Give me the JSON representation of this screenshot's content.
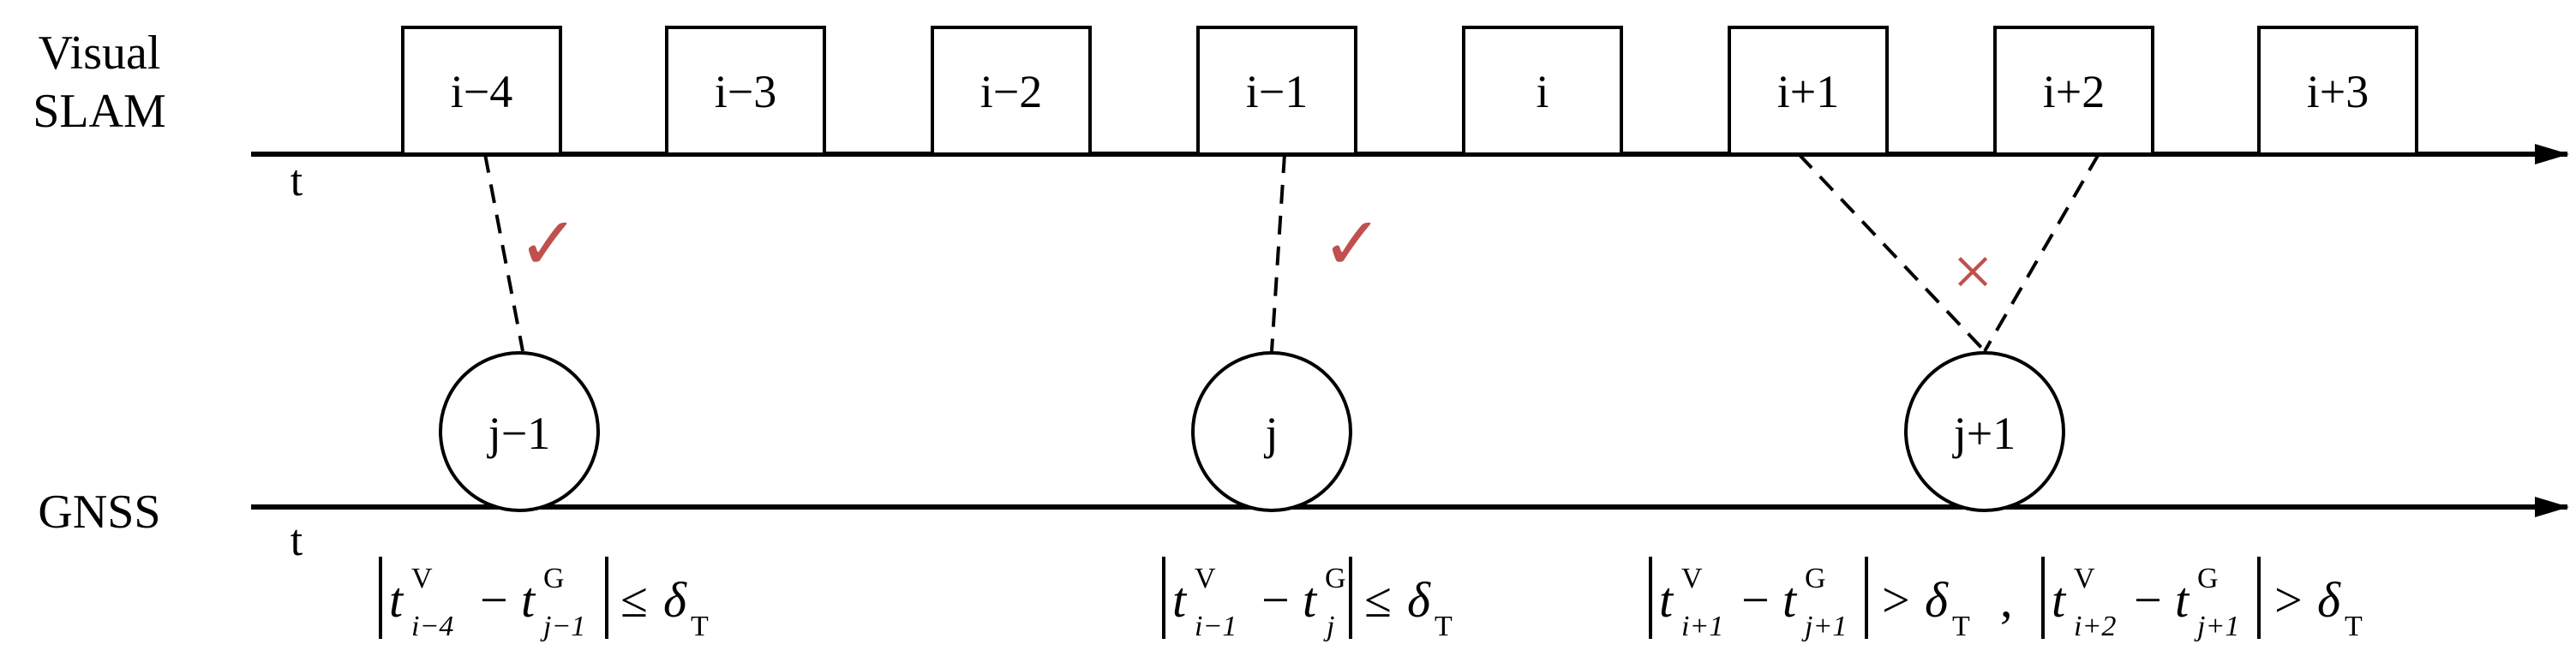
{
  "visual_slam": {
    "label_line1": "Visual",
    "label_line2": "SLAM",
    "time_label": "t",
    "frames": [
      "i−4",
      "i−3",
      "i−2",
      "i−1",
      "i",
      "i+1",
      "i+2",
      "i+3"
    ]
  },
  "gnss": {
    "label": "GNSS",
    "time_label": "t",
    "samples": [
      "j−1",
      "j",
      "j+1"
    ]
  },
  "matches": [
    {
      "frame": "i−4",
      "sample": "j−1",
      "status": "accepted",
      "mark": "✓"
    },
    {
      "frame": "i−1",
      "sample": "j",
      "status": "accepted",
      "mark": "✓"
    },
    {
      "frame": "i+1",
      "sample": "j+1",
      "status": "rejected",
      "mark": "×"
    },
    {
      "frame": "i+2",
      "sample": "j+1",
      "status": "rejected",
      "mark": "×"
    }
  ],
  "conditions": {
    "c1": {
      "a_sup": "V",
      "a_sub": "i−4",
      "b_sup": "G",
      "b_sub": "j−1",
      "op": "≤",
      "delta": "δ",
      "delta_sub": "T"
    },
    "c2": {
      "a_sup": "V",
      "a_sub": "i−1",
      "b_sup": "G",
      "b_sub": "j",
      "op": "≤",
      "delta": "δ",
      "delta_sub": "T"
    },
    "c3": {
      "a_sup": "V",
      "a_sub": "i+1",
      "b_sup": "G",
      "b_sub": "j+1",
      "op": ">",
      "delta": "δ",
      "delta_sub": "T"
    },
    "c4": {
      "a_sup": "V",
      "a_sub": "i+2",
      "b_sup": "G",
      "b_sub": "j+1",
      "op": ">",
      "delta": "δ",
      "delta_sub": "T"
    },
    "separator": ","
  },
  "colors": {
    "ink": "#000000",
    "check": "#c0504d",
    "cross": "#c0504d"
  }
}
